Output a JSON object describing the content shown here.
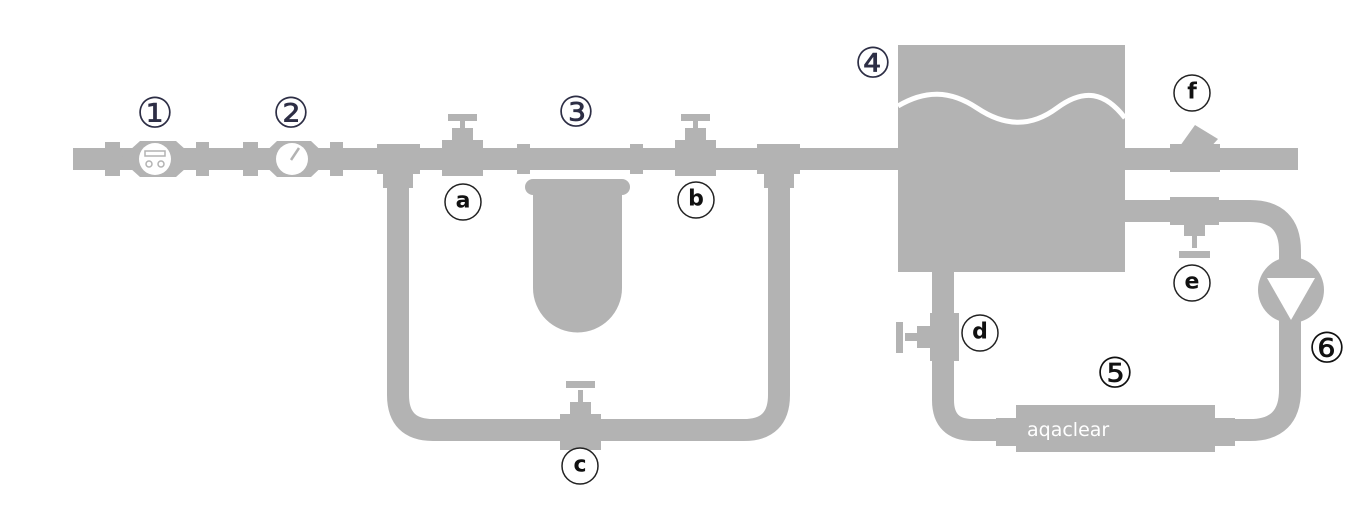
{
  "diagram": {
    "components": [
      {
        "number": "①",
        "kind": "water-meter"
      },
      {
        "number": "②",
        "kind": "pressure-gauge"
      },
      {
        "number": "③",
        "kind": "filter"
      },
      {
        "number": "④",
        "kind": "tank"
      },
      {
        "number": "⑤",
        "kind": "uv-unit",
        "brand": "aqaclear"
      },
      {
        "number": "⑥",
        "kind": "pump"
      }
    ],
    "valves": [
      "a",
      "b",
      "c",
      "d",
      "e",
      "f"
    ],
    "colors": {
      "pipe": "#b3b3b3",
      "number": "#2d2e45",
      "letter": "#111111"
    }
  }
}
